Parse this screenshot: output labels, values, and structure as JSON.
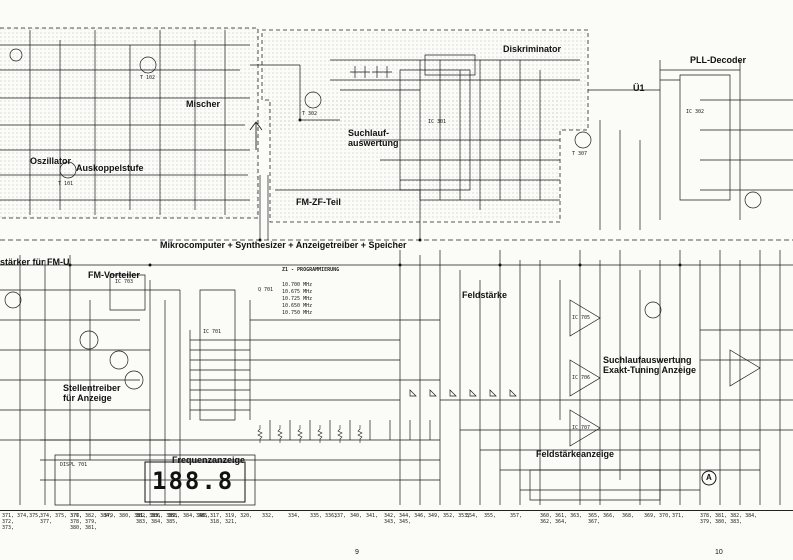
{
  "blocks": {
    "mischer": "Mischer",
    "oszillator": "Oszillator",
    "auskoppelstufe": "Auskoppelstufe",
    "fm_zf_teil": "FM-ZF-Teil",
    "diskriminator": "Diskriminator",
    "suchlaufauswertung": "Suchlauf-\nauswertung",
    "pll_decoder": "PLL-Decoder",
    "ue1": "Ü1",
    "mikrocomputer": "Mikrocomputer + Synthesizer + Anzeigetreiber + Speicher",
    "verstaerker_fm": "stärker für FM-U",
    "fm_vorteiler": "FM-Vorteiler",
    "stellentreiber": "Stellentreiber\nfür Anzeige",
    "frequenzanzeige": "Frequenzanzeige",
    "feldstaerke": "Feldstärke",
    "suchlaufauswertung_exakt": "Suchlaufauswertung\nExakt-Tuning Anzeige",
    "feldstaerkeanzeige": "Feldstärkeanzeige",
    "marker_a": "A",
    "display_digits": "188.8"
  },
  "parts": {
    "ic_pll": "IC 302",
    "ic_main": "IC 701",
    "ic_vorteiler": "IC 703",
    "ic_zf": "IC 301",
    "ic_feld": "IC 705",
    "ic_suchlauf": "IC 706",
    "ic_anzeige": "IC 707",
    "t_osz": "T 101",
    "t_mischer": "T 102",
    "t_zf": "T 302",
    "t_pll": "T 307",
    "crystal": "Q 701",
    "disp": "DISPL 701"
  },
  "prog_table": {
    "title": "Z1 - PROGRAMMIERUNG",
    "rows": [
      "10.700 MHz",
      "10.675 MHz",
      "10.725 MHz",
      "10.650 MHz",
      "10.750 MHz"
    ]
  },
  "footer": {
    "page_left": "9",
    "page_right": "10",
    "refs": [
      "371, 374,375,\n372,\n373,",
      "374, 375, 376,\n377,",
      "377, 382, 384,\n378, 379,\n380, 381,",
      "379, 380, 381, 383,",
      "382, 386, 389,\n383, 384, 385,",
      "383, 384, 385,",
      "346,",
      "317, 319, 320,\n318, 321,",
      "332,",
      "334,",
      "335, 336,",
      "337,",
      "340,",
      "341,",
      "342, 344, 346,\n343, 345,",
      "349, 352, 353,",
      "354,",
      "355,",
      "357,",
      "360, 361, 363,\n362, 364,",
      "365, 366,\n367,",
      "368,",
      "369, 370,",
      "371,",
      "378, 381, 382, 384,\n379, 380, 383,"
    ]
  }
}
